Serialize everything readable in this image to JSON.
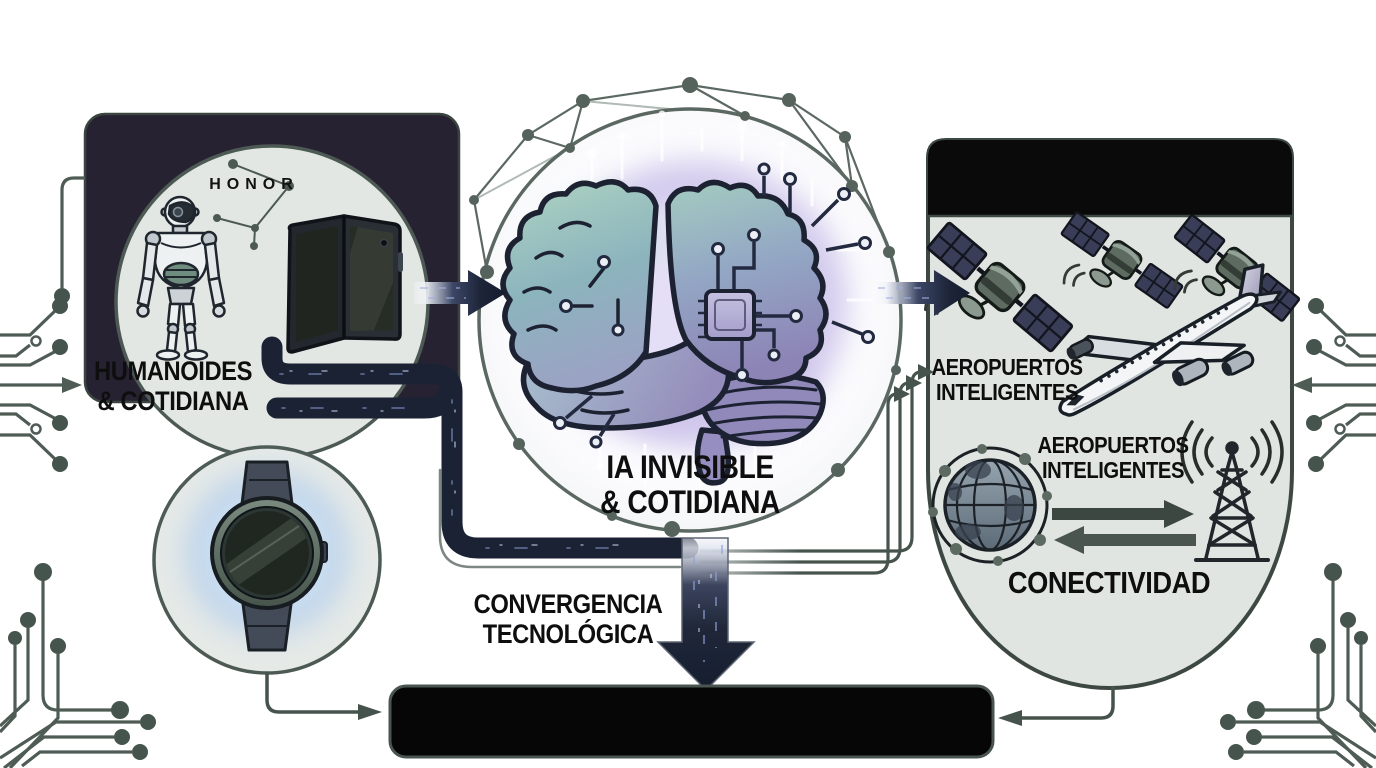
{
  "labels": {
    "honor": "HONOR",
    "left": {
      "line1": "HUMANOIDES",
      "line2": "& COTIDIANA"
    },
    "center": {
      "line1": "IA INVISIBLE",
      "line2": "& COTIDIANA"
    },
    "right_top": {
      "line1": "AEROPUERTOS",
      "line2": "INTELIGENTES"
    },
    "right_mid": {
      "line1": "AEROPUERTOS",
      "line2": "INTELIGENTES"
    },
    "right_bottom": "CONECTIVIDAD",
    "convergence": {
      "line1": "CONVERGENCIA",
      "line2": "TECNOLÓGICA"
    }
  },
  "icons": [
    "humanoid-robot-icon",
    "honor-constellation-icon",
    "foldable-phone-icon",
    "smartwatch-icon",
    "ai-brain-chip-icon",
    "network-mesh-icon",
    "satellite-icon",
    "airplane-icon",
    "globe-network-icon",
    "radio-tower-icon",
    "exchange-arrows-icon",
    "circuit-trace-icon",
    "data-pipe-icon",
    "down-arrow-icon",
    "flow-arrow-icon",
    "summary-bar"
  ],
  "colors": {
    "panel_dark": "#272232",
    "black": "#0a0a0a",
    "navy": "#1b2234",
    "trace_green": "#4e5c55",
    "circle_fill": "#e3e7e4",
    "shield_fill": "#e1e5e2",
    "glow_lavender": "#c9bfe9",
    "glow_blue": "#9fc3ef",
    "brain_teal": "#a9cfc0",
    "brain_purple": "#9089ba",
    "text": "#0e0e0e"
  }
}
